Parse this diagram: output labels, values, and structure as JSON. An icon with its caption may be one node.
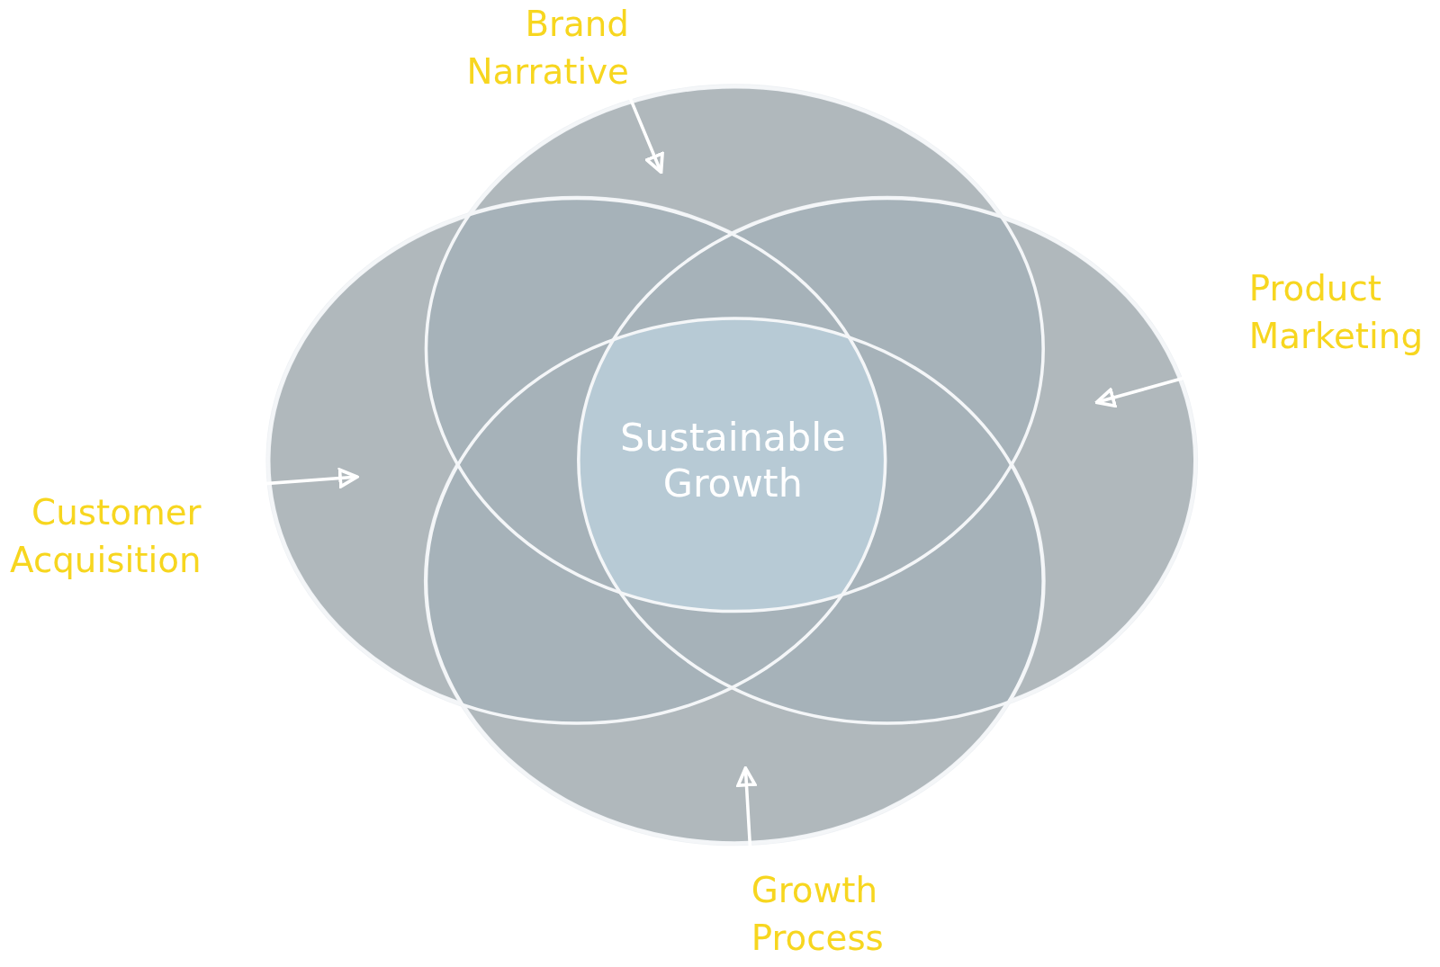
{
  "diagram": {
    "nodes": [
      {
        "text": [
          "Brand Narrative"
        ]
      },
      {
        "text": [],
        "shape": "ellipse"
      },
      {
        "text": [
          "Product Marketing"
        ]
      },
      {
        "text": [],
        "shape": "ellipse"
      },
      {
        "text": [],
        "shape": "ellipse"
      },
      {
        "text": [
          "Sustainable Growth"
        ]
      },
      {
        "text": [
          "Customer Acquisition"
        ]
      },
      {
        "text": [],
        "shape": "ellipse"
      },
      {
        "text": [
          "Growth Process"
        ]
      }
    ],
    "edges": [
      {
        "from": 0,
        "to": 1,
        "arrow": "to"
      },
      {
        "from": 2,
        "to": 3,
        "arrow": "to"
      },
      {
        "from": 6,
        "to": 4,
        "arrow": "to"
      },
      {
        "from": 8,
        "to": 7,
        "arrow": "to"
      }
    ]
  }
}
